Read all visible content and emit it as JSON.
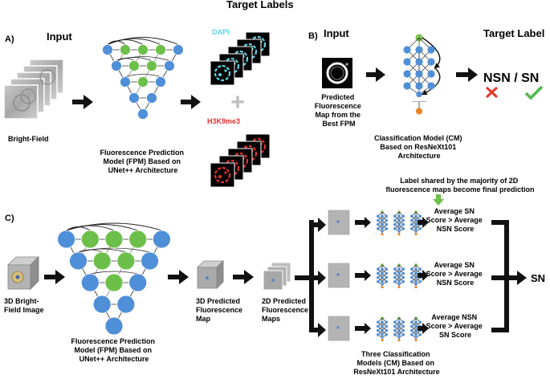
{
  "panelA": {
    "label": "A)",
    "input_title": "Input",
    "input_caption": "Bright-Field",
    "model_caption": [
      "Fluorescence Prediction",
      "Model (FPM) Based on",
      "UNet++ Architecture"
    ],
    "target_title": "Target Labels",
    "dapi_label": "DAPI",
    "plus_sign": "+",
    "h3k9_label": "H3K9me3",
    "colors": {
      "dapi": "#5cd6e6",
      "h3k9": "#e53030",
      "encoder_node": "#4f8fd8",
      "skip_node": "#6cc04a"
    }
  },
  "panelB": {
    "label": "B)",
    "input_title": "Input",
    "input_caption": [
      "Predicted",
      "Fluorescence",
      "Map from the",
      "Best FPM"
    ],
    "model_caption": [
      "Classification Model (CM)",
      "Based on ResNeXt101",
      "Architecture"
    ],
    "target_title": "Target Label",
    "target_text": "NSN / SN",
    "colors": {
      "cross": "#e03a2a",
      "check": "#4fb84a",
      "top_node": "#7cc54a",
      "bottom_node": "#e8862c"
    }
  },
  "panelC": {
    "label": "C)",
    "input_caption": [
      "3D Bright-",
      "Field Image"
    ],
    "model_caption": [
      "Fluorescence Prediction",
      "Model (FPM) Based on",
      "UNet++ Architecture"
    ],
    "map3d_caption": [
      "3D Predicted",
      "Fluorescence",
      "Map"
    ],
    "map2d_caption": [
      "2D Predicted",
      "Fluorescence",
      "Maps"
    ],
    "note": [
      "Label shared by the majority of 2D",
      "fluorescence maps become final prediction"
    ],
    "scores": [
      [
        "Average SN",
        "Score > Average",
        "NSN Score"
      ],
      [
        "Average SN",
        "Score > Average",
        "NSN Score"
      ],
      [
        "Average NSN",
        "Score > Average",
        "SN Score"
      ]
    ],
    "final_output": "SN",
    "cm_caption": [
      "Three Classification",
      "Models (CM) Based on",
      "ResNeXt101 Architecture"
    ]
  }
}
